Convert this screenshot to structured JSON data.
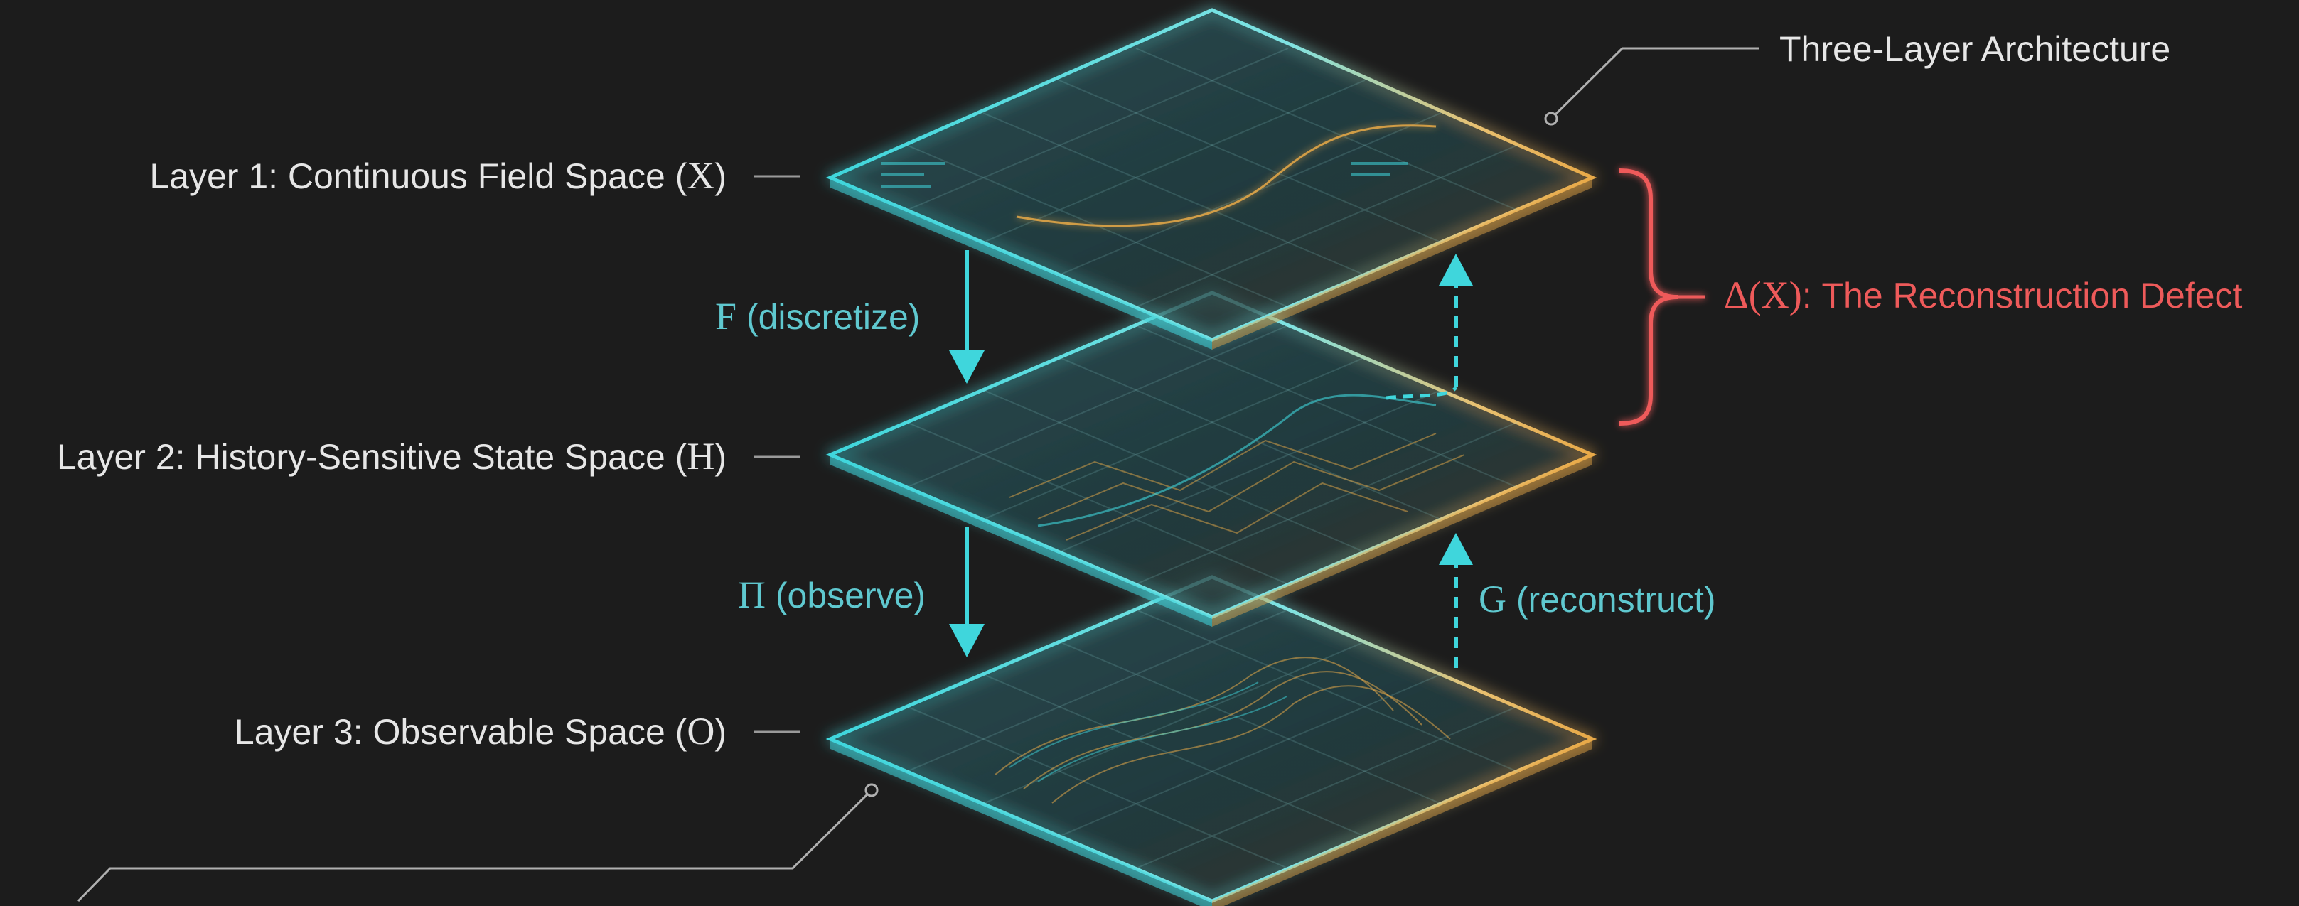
{
  "diagram": {
    "title": "Three-Layer Architecture",
    "layers": [
      {
        "prefix": "Layer 1: Continuous Field Space (",
        "symbol": "X",
        "suffix": ")"
      },
      {
        "prefix": "Layer 2: History-Sensitive State Space (",
        "symbol": "H",
        "suffix": ")"
      },
      {
        "prefix": "Layer 3: Observable Space (",
        "symbol": "O",
        "suffix": ")"
      }
    ],
    "arrows": {
      "discretize": {
        "symbol": "F",
        "text": " (discretize)"
      },
      "observe": {
        "symbol": "Π",
        "text": " (observe)"
      },
      "reconstruct": {
        "symbol": "G",
        "text": " (reconstruct)"
      }
    },
    "defect": {
      "symbol": "Δ(X)",
      "text": ": The Reconstruction Defect"
    },
    "colors": {
      "background": "#1c1c1c",
      "cyan_accent": "#3fd6dc",
      "amber_accent": "#e8a948",
      "defect_red": "#ee5a5a"
    }
  }
}
